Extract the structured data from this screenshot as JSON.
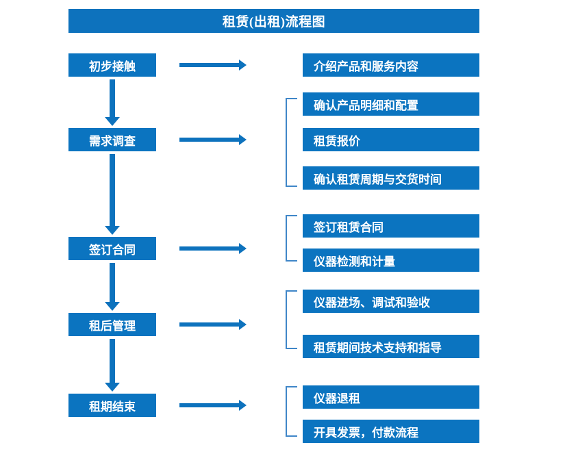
{
  "diagram": {
    "title": "租赁(出租)流程图",
    "colors": {
      "box_fill": "#0b74c0",
      "title_fill": "#0d72bd",
      "arrow": "#0d72bd",
      "bracket": "#3f86c8",
      "text": "#ffffff",
      "background": "#ffffff"
    },
    "stages": [
      {
        "id": "stage-1",
        "label": "初步接触"
      },
      {
        "id": "stage-2",
        "label": "需求调查"
      },
      {
        "id": "stage-3",
        "label": "签订合同"
      },
      {
        "id": "stage-4",
        "label": "租后管理"
      },
      {
        "id": "stage-5",
        "label": "租期结束"
      }
    ],
    "details": [
      {
        "id": "detail-1-1",
        "label": "介绍产品和服务内容"
      },
      {
        "id": "detail-2-1",
        "label": "确认产品明细和配置"
      },
      {
        "id": "detail-2-2",
        "label": "租赁报价"
      },
      {
        "id": "detail-2-3",
        "label": "确认租赁周期与交货时间"
      },
      {
        "id": "detail-3-1",
        "label": "签订租赁合同"
      },
      {
        "id": "detail-3-2",
        "label": "仪器检测和计量"
      },
      {
        "id": "detail-4-1",
        "label": "仪器进场、调试和验收"
      },
      {
        "id": "detail-4-2",
        "label": "租赁期间技术支持和指导"
      },
      {
        "id": "detail-5-1",
        "label": "仪器退租"
      },
      {
        "id": "detail-5-2",
        "label": "开具发票，付款流程"
      }
    ]
  }
}
